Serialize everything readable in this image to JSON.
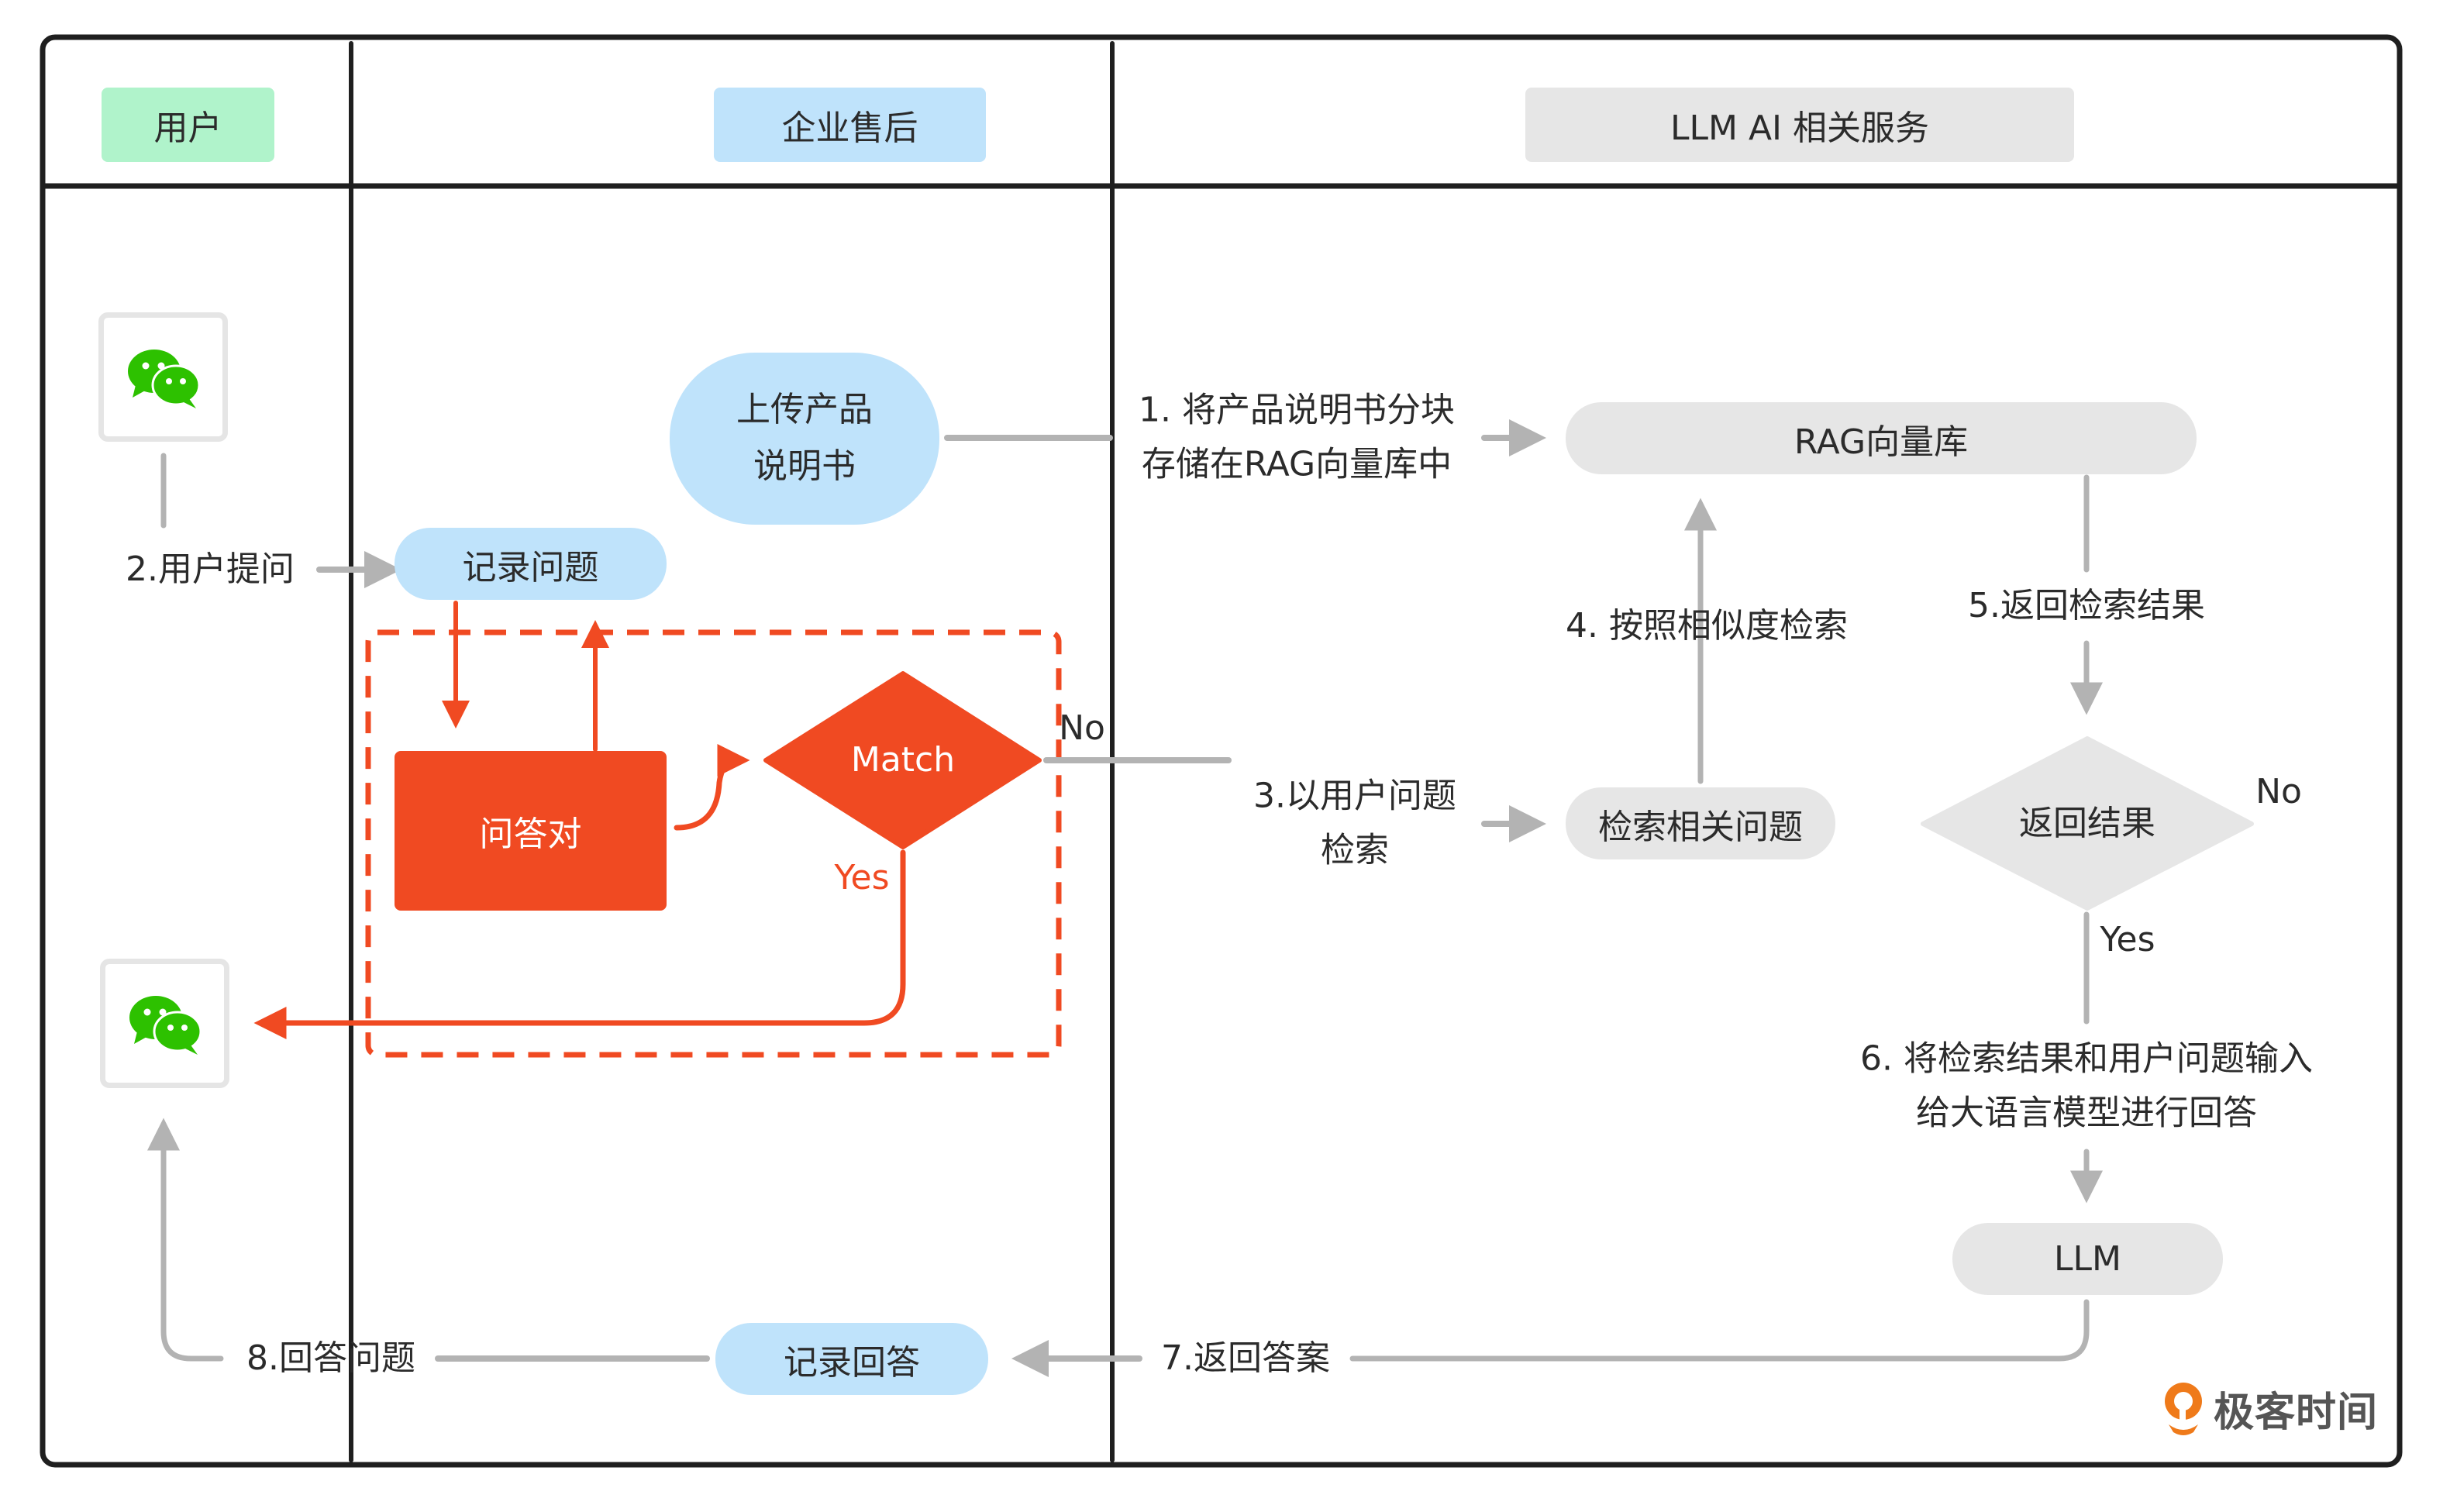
{
  "lanes": {
    "user": "用户",
    "after_sales": "企业售后",
    "llm_services": "LLM AI 相关服务"
  },
  "nodes": {
    "upload_manual": [
      "上传产品",
      "说明书"
    ],
    "record_question": "记录问题",
    "qa_pairs": "问答对",
    "match": "Match",
    "rag_store": "RAG向量库",
    "search_related": "检索相关问题",
    "return_result": "返回结果",
    "llm": "LLM",
    "record_answer": "记录回答"
  },
  "steps": {
    "step1": [
      "1. 将产品说明书分块",
      "存储在RAG向量库中"
    ],
    "step2": "2.用户提问",
    "step3": [
      "3.以用户问题",
      "检索"
    ],
    "step4": "4. 按照相似度检索",
    "step5": "5.返回检索结果",
    "step6": [
      "6. 将检索结果和用户问题输入",
      "给大语言模型进行回答"
    ],
    "step7": "7.返回答案",
    "step8": "8.回答问题"
  },
  "branches": {
    "match_yes": "Yes",
    "match_no": "No",
    "result_yes": "Yes",
    "result_no": "No"
  },
  "icons": {
    "user_client_top": "wechat-icon",
    "user_client_bottom": "wechat-icon"
  },
  "branding": {
    "logo_text": "极客时间"
  },
  "colors": {
    "frame": "#1f1f1f",
    "accent_red": "#f04a22",
    "connector_gray": "#b3b3b3",
    "lane_user": "#b0f3cb",
    "lane_after_sales": "#bfe3fb",
    "lane_llm": "#e6e6e6",
    "wechat_green": "#2dc100",
    "logo_orange": "#ef7a1a"
  }
}
